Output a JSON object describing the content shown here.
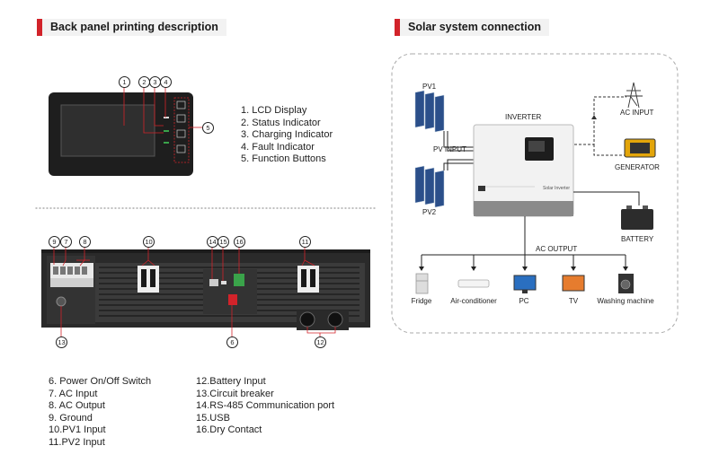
{
  "left_panel": {
    "title": "Back panel printing description",
    "front_items": [
      "1.  LCD Display",
      "2.  Status Indicator",
      "3.  Charging Indicator",
      "4.  Fault Indicator",
      "5.  Function Buttons"
    ],
    "front_callouts": [
      "1",
      "2",
      "3",
      "4",
      "5"
    ],
    "back_callouts": [
      "9",
      "7",
      "8",
      "10",
      "14",
      "15",
      "16",
      "11",
      "13",
      "6",
      "12"
    ],
    "back_items_col1": [
      "6.  Power On/Off Switch",
      "7.  AC Input",
      "8.  AC Output",
      "9.  Ground",
      "10.PV1 Input",
      "11.PV2 Input"
    ],
    "back_items_col2": [
      "12.Battery Input",
      "13.Circuit breaker",
      "14.RS-485 Communication port",
      "15.USB",
      "16.Dry Contact"
    ]
  },
  "right_panel": {
    "title": "Solar system connection",
    "labels": {
      "pv1": "PV1",
      "pv2": "PV2",
      "pv_input": "PV INPUT",
      "inverter": "INVERTER",
      "ac_input": "AC INPUT",
      "generator": "GENERATOR",
      "battery": "BATTERY",
      "ac_output": "AC OUTPUT",
      "inverter_brand": "Solar Inverter"
    },
    "loads": [
      "Fridge",
      "Air-conditioner",
      "PC",
      "TV",
      "Washing machine"
    ]
  },
  "colors": {
    "accent": "#d2232a",
    "device_dark": "#2b2b2b",
    "led_green": "#3aa34a"
  }
}
